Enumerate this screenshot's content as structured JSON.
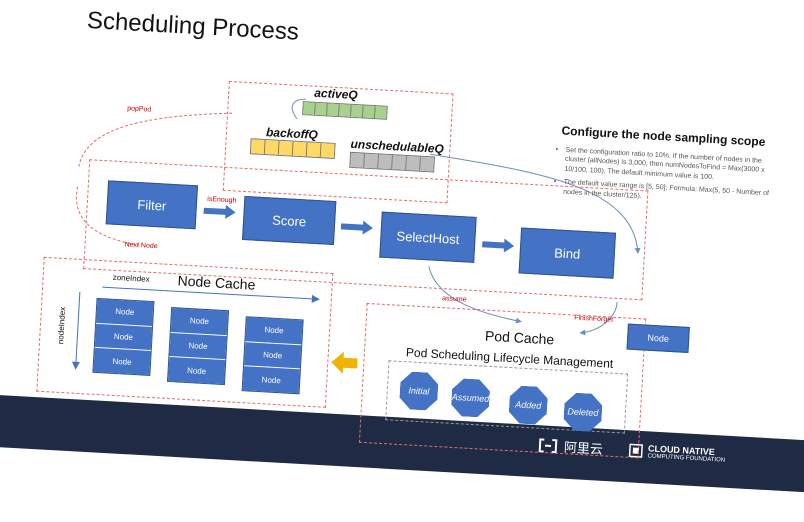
{
  "title": "Scheduling Process",
  "queues": {
    "active": "activeQ",
    "backoff": "backoffQ",
    "unschedulable": "unschedulableQ"
  },
  "labels": {
    "pop_pod": "popPod",
    "is_enough": "isEnough",
    "next_node": "Next Node",
    "assume": "assume",
    "finish_forget": "FinishForget"
  },
  "stages": {
    "filter": "Filter",
    "score": "Score",
    "select_host": "SelectHost",
    "bind": "Bind"
  },
  "node_cache": {
    "title": "Node Cache",
    "zone_index": "zoneIndex",
    "node_index": "nodeIndex",
    "columns": [
      [
        "Node",
        "Node",
        "Node"
      ],
      [
        "Node",
        "Node",
        "Node"
      ],
      [
        "Node",
        "Node",
        "Node"
      ]
    ]
  },
  "pod_cache": {
    "title": "Pod Cache",
    "lifecycle_title": "Pod Scheduling Lifecycle Management",
    "states": [
      "Initial",
      "Assumed",
      "Added",
      "Deleted"
    ],
    "external_node": "Node"
  },
  "notes": {
    "title": "Configure the node sampling scope",
    "bullets": [
      "Set the configuration ratio to 10%. If the number of nodes in the cluster (allNodes) is 3,000, then numNodesToFind = Max(3000 x 10/100, 100). The default minimum value is 100.",
      "The default value range is [5, 50]; Formula: Max(5, 50 - Number of nodes in the cluster/125)."
    ]
  },
  "footer": {
    "logo_alibaba": "阿里云",
    "logo_cncf": "CLOUD NATIVE",
    "logo_cncf_sub": "COMPUTING FOUNDATION"
  },
  "colors": {
    "stage_blue": "#4472c4",
    "dashed_red": "#e46c6c",
    "active_green": "#a9d18e",
    "backoff_yellow": "#ffd966",
    "unsched_gray": "#bdbdbd",
    "footer_navy": "#1f2a44",
    "arrow_orange": "#f0b400"
  }
}
